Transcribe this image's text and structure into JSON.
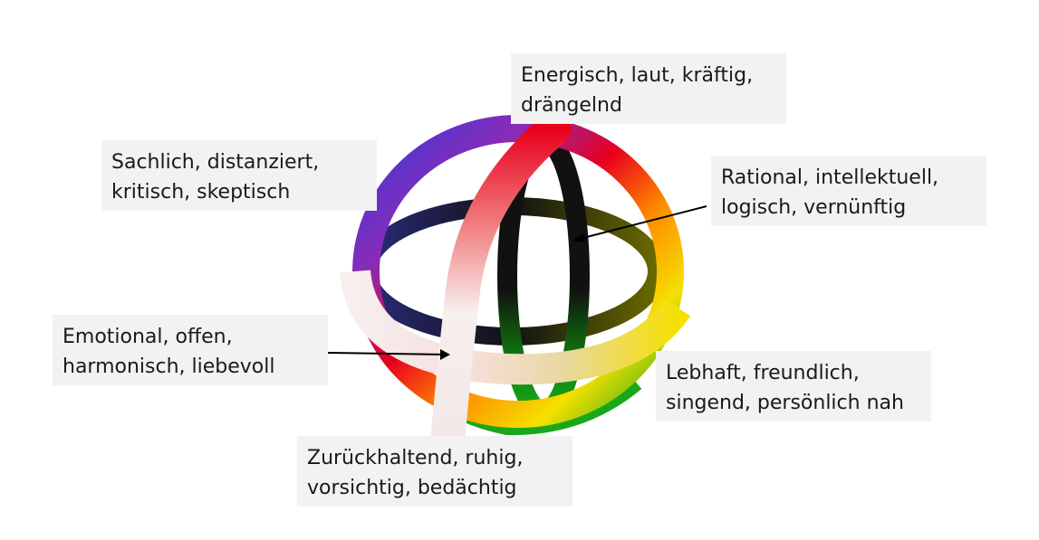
{
  "labels": {
    "energetic": {
      "line1": "Energisch, laut, kräftig,",
      "line2": "drängelnd"
    },
    "factual": {
      "line1": "Sachlich, distanziert,",
      "line2": "kritisch, skeptisch"
    },
    "rational": {
      "line1": "Rational, intellektuell,",
      "line2": "logisch, vernünftig"
    },
    "emotional": {
      "line1": "Emotional, offen,",
      "line2": "harmonisch, liebevoll"
    },
    "lively": {
      "line1": "Lebhaft, freundlich,",
      "line2": "singend, persönlich nah"
    },
    "reserved": {
      "line1": "Zurückhaltend, ruhig,",
      "line2": "vorsichtig, bedächtig"
    }
  },
  "colors": {
    "red": "#e8001c",
    "orange": "#ff8c00",
    "yellow": "#f5e000",
    "green": "#1aa81a",
    "blue": "#3a3ad8",
    "violet": "#8a2bb8",
    "black": "#111111",
    "white": "#f7eeee",
    "label_bg": "#f2f2f2"
  }
}
